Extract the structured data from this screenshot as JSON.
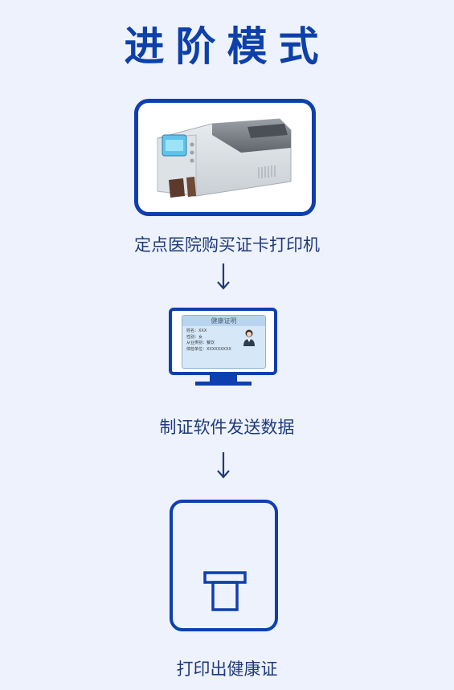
{
  "title": "进阶模式",
  "steps": [
    {
      "label": "定点医院购买证卡打印机"
    },
    {
      "label": "制证软件发送数据"
    },
    {
      "label": "打印出健康证"
    }
  ],
  "card": {
    "header": "健康证明",
    "lines": [
      "姓名：XXX",
      "性别：女",
      "从业类别：餐饮",
      "体检单位：XXXXXXXXX"
    ]
  },
  "colors": {
    "accent": "#0e3fae",
    "background": "#eef2fc",
    "text": "#1f3a7a"
  }
}
